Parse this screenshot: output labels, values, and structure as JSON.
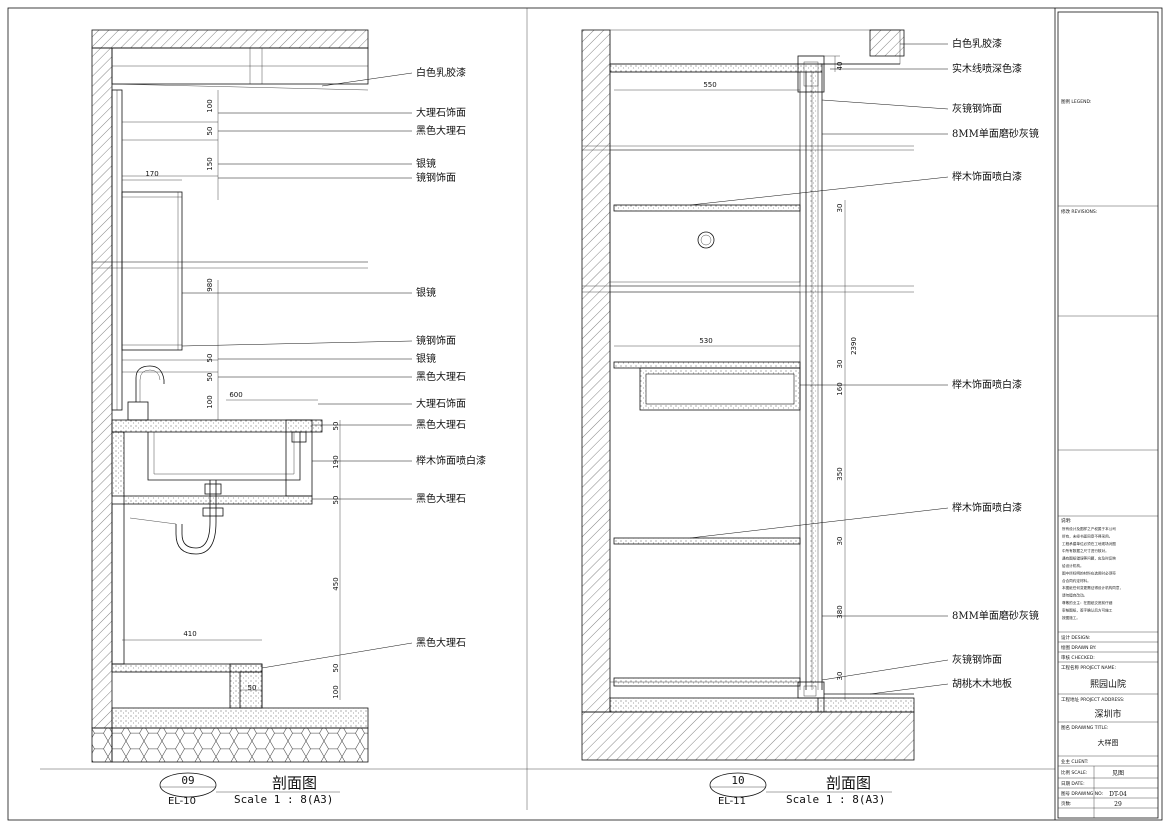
{
  "drawing_left": {
    "number": "09",
    "ref": "EL-10",
    "title": "剖面图",
    "scale": "Scale 1 : 8(A3)",
    "labels": [
      "白色乳胶漆",
      "大理石饰面",
      "黑色大理石",
      "银镜",
      "镜钢饰面",
      "银镜",
      "镜钢饰面",
      "银镜",
      "黑色大理石",
      "大理石饰面",
      "黑色大理石",
      "榉木饰面喷白漆",
      "黑色大理石",
      "黑色大理石"
    ],
    "dims": [
      "100",
      "50",
      "150",
      "170",
      "980",
      "50",
      "50",
      "100",
      "600",
      "50",
      "190",
      "50",
      "450",
      "410",
      "50",
      "100",
      "50"
    ]
  },
  "drawing_right": {
    "number": "10",
    "ref": "EL-11",
    "title": "剖面图",
    "scale": "Scale 1 : 8(A3)",
    "labels": [
      "白色乳胶漆",
      "实木线喷深色漆",
      "灰镜钢饰面",
      "8MM单面磨砂灰镜",
      "榉木饰面喷白漆",
      "榉木饰面喷白漆",
      "榉木饰面喷白漆",
      "8MM单面磨砂灰镜",
      "灰镜钢饰面",
      "胡桃木木地板"
    ],
    "dims": [
      "40",
      "550",
      "30",
      "530",
      "30",
      "2390",
      "160",
      "350",
      "30",
      "380",
      "30"
    ]
  },
  "title_block": {
    "legend": "图例 LEGEND:",
    "revisions": "修改 REVISIONS:",
    "notes_title": "说明:",
    "notes": [
      "所有设计及图样之产权属于本公司",
      "所有，未经书面同意不得采用。",
      "工程承建单位必须在工地现场对图",
      "中所有数据之尺寸进行核对。",
      "遇有图纸错误等问题，应及时反映",
      "给设计机构。",
      "图中所标明的材料在选用时必须符",
      "合合同约定材料。",
      "本图纸任何变更需征得设计机构同意，",
      "请勿擅自改动。",
      "尊敬的业主：在图纸交底前仔细",
      "审核图纸，签字确认后方可施工",
      "按图施工。"
    ],
    "design": "设计 DESIGN:",
    "drawn": "绘图 DRAWN BY:",
    "checked": "审核 CHECKED:",
    "project_name_label": "工程名称 PROJECT NAME:",
    "project_name": "熙园山院",
    "project_address_label": "工程地址 PROJECT ADDRESS:",
    "project_address": "深圳市",
    "drawing_title_label": "图名 DRAWING TITLE:",
    "drawing_title": "大样图",
    "client_label": "业主 CLIENT:",
    "scale_label": "比例 SCALE:",
    "scale_value": "见图",
    "date_label": "日期 DATE:",
    "drawing_no_label": "图号 DRAWING NO:",
    "drawing_no": "DT-04",
    "page_label": "页数:",
    "page": "29"
  }
}
